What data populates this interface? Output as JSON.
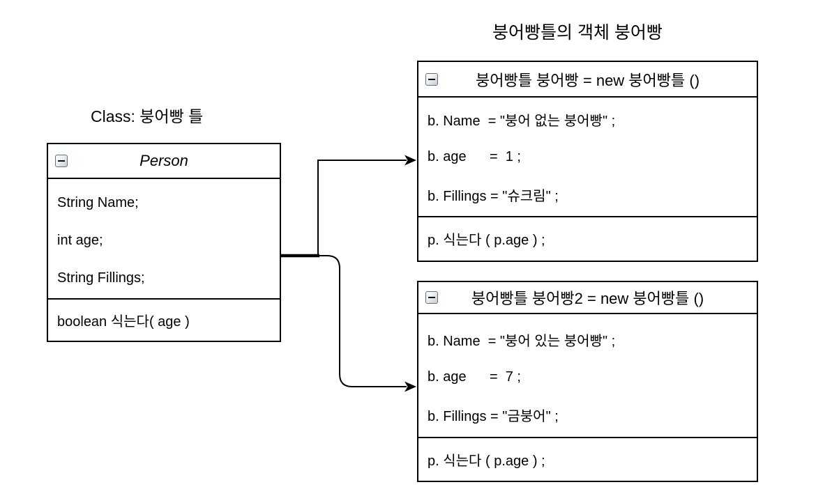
{
  "titles": {
    "objects_title": "붕어빵틀의 객체 붕어빵",
    "class_label": "Class: 붕어빵 틀"
  },
  "icons": {
    "collapse_icon": "minus-icon"
  },
  "colors": {
    "line": "#000000",
    "box_background": "#ffffff"
  },
  "class_box": {
    "header": "Person",
    "fields": [
      "String Name;",
      "int age;",
      "String Fillings;"
    ],
    "methods": [
      "boolean 식는다( age )"
    ]
  },
  "object_boxes": [
    {
      "header": "붕어빵틀 붕어빵 = new 붕어빵틀 ()",
      "fields": [
        "b. Name  = \"붕어 없는 붕어빵\" ;",
        "b. age      =  1 ;",
        "b. Fillings = \"슈크림\" ;"
      ],
      "methods": [
        "p. 식는다 ( p.age ) ;"
      ]
    },
    {
      "header": "붕어빵틀 붕어빵2 = new 붕어빵틀 ()",
      "fields": [
        "b. Name  = \"붕어 있는 붕어빵\" ;",
        "b. age      =  7 ;",
        "b. Fillings = \"금붕어\" ;"
      ],
      "methods": [
        "p. 식는다 ( p.age ) ;"
      ]
    }
  ]
}
